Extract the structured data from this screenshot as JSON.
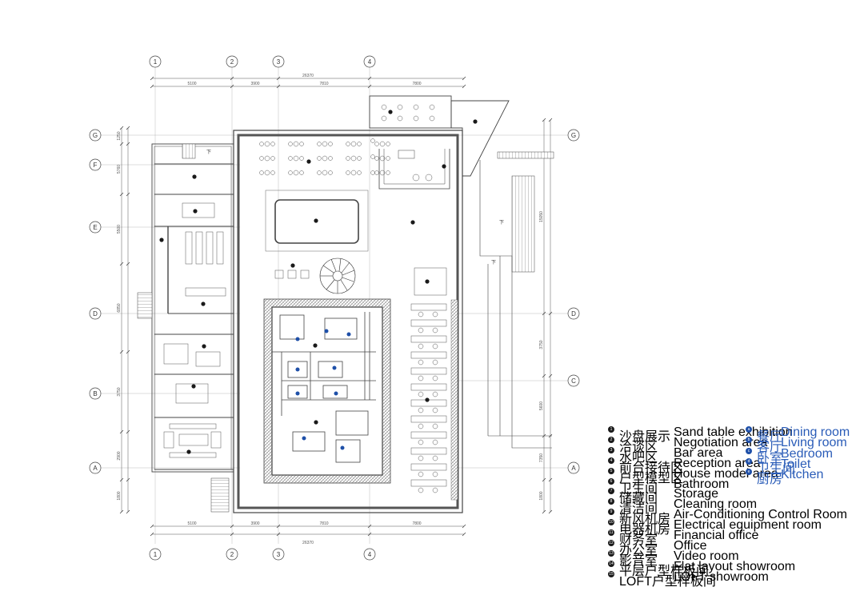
{
  "grid": {
    "columns": [
      "1",
      "2",
      "3",
      "4"
    ],
    "rows_left": [
      "G",
      "F",
      "E",
      "D",
      "B",
      "A"
    ],
    "rows_right": [
      "G",
      "D",
      "C",
      "A"
    ]
  },
  "dimensions": {
    "top_total": "26370",
    "top_segments": [
      "5100",
      "3900",
      "7810",
      "7800"
    ],
    "bottom_total": "26370",
    "bottom_segments": [
      "5100",
      "3900",
      "7810",
      "7800"
    ],
    "left_segments": [
      "1250",
      "5760",
      "5500",
      "6850",
      "3750",
      "2900",
      "1800"
    ],
    "right_segments": [
      "15050",
      "3750",
      "5600",
      "7350",
      "1800"
    ]
  },
  "legend": {
    "main": [
      {
        "num": "1",
        "cn": "沙盘展示",
        "en": "Sand table exhibition"
      },
      {
        "num": "2",
        "cn": "洽谈区",
        "en": "Negotiation area"
      },
      {
        "num": "3",
        "cn": "水吧区",
        "en": "Bar area"
      },
      {
        "num": "4",
        "cn": "前台接待区",
        "en": "Reception area"
      },
      {
        "num": "5",
        "cn": "户型模型区",
        "en": "House model area"
      },
      {
        "num": "6",
        "cn": "卫生间",
        "en": "Bathroom"
      },
      {
        "num": "7",
        "cn": "储藏间",
        "en": "Storage"
      },
      {
        "num": "8",
        "cn": "清洁间",
        "en": "Cleaning room"
      },
      {
        "num": "9",
        "cn": "新风机房",
        "en": "Air-Conditioning Control Room"
      },
      {
        "num": "10",
        "cn": "电器机房",
        "en": "Electrical equipment room"
      },
      {
        "num": "11",
        "cn": "财务室",
        "en": "Financial office"
      },
      {
        "num": "12",
        "cn": "办公室",
        "en": "Office"
      },
      {
        "num": "13",
        "cn": "影音室",
        "en": "Video room"
      },
      {
        "num": "14",
        "cn": "平层户型样板间",
        "en": "Flat layout showroom"
      },
      {
        "num": "15",
        "cn": "LOFT户型样板间",
        "en": "LOFT showroom"
      }
    ],
    "secondary": [
      {
        "num": "a",
        "cn": "餐厅",
        "en": "Dining room"
      },
      {
        "num": "b",
        "cn": "客厅",
        "en": "Living room"
      },
      {
        "num": "c",
        "cn": "卧室",
        "en": "Bedroom"
      },
      {
        "num": "d",
        "cn": "卫生间",
        "en": "Toilet"
      },
      {
        "num": "e",
        "cn": "厨房",
        "en": "Kitchen"
      }
    ]
  },
  "plan_labels": {
    "stair_down": "下"
  },
  "colors": {
    "line": "#333333",
    "wall": "#555555",
    "hatch": "#888888",
    "accent_blue": "#1e4fa8"
  }
}
